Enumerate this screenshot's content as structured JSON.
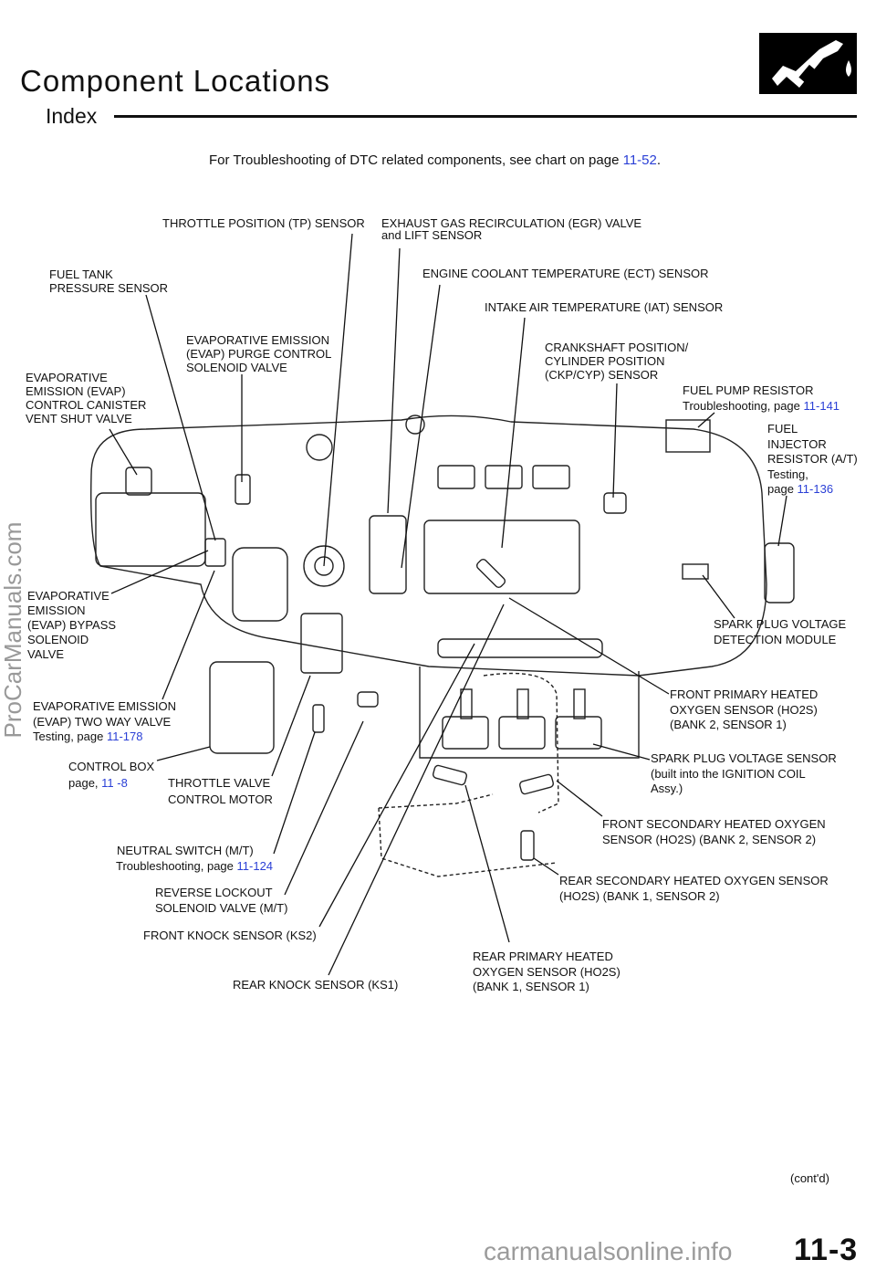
{
  "header": {
    "title": "Component Locations",
    "subtitle": "Index",
    "icon": "fuel-nozzle-icon"
  },
  "intro": {
    "text": "For Troubleshooting of DTC related components, see chart on page ",
    "link": "11-52",
    "suffix": "."
  },
  "labels": {
    "tp": "THROTTLE  POSITION  (TP)  SENSOR",
    "egr": [
      "EXHAUST GAS RECIRCULATION (EGR) VALVE",
      "and  LIFT SENSOR"
    ],
    "ftp": [
      "FUEL  TANK",
      "PRESSURE  SENSOR"
    ],
    "ect": "ENGINE  COOLANT TEMPERATURE  (ECT)  SENSOR",
    "iat": "INTAKE AIR TEMPERATURE  (IAT) SENSOR",
    "purge": [
      "EVAPORATIVE  EMISSION",
      "(EVAP) PURGE CONTROL",
      "SOLENOID  VALVE"
    ],
    "ckp": [
      "CRANKSHAFT  POSITION/",
      "CYLINDER  POSITION",
      "(CKP/CYP) SENSOR"
    ],
    "vent": [
      "EVAPORATIVE",
      "EMISSION   (EVAP)",
      "CONTROL   CANISTER",
      "VENT  SHUT  VALVE"
    ],
    "fpr": {
      "name": "FUEL  PUMP RESISTOR",
      "ref": "Troubleshooting,   page ",
      "page": "11-141"
    },
    "fir": {
      "lines": [
        "FUEL",
        "INJECTOR",
        "RESISTOR  (A/T)",
        "Testing,"
      ],
      "ref": "page ",
      "page": "11-136"
    },
    "bypass": [
      "EVAPORATIVE",
      "EMISSION",
      "(EVAP) BYPASS",
      "SOLENOID",
      "VALVE"
    ],
    "spvdm": [
      "SPARK PLUG VOLTAGE",
      "DETECTION  MODULE"
    ],
    "twoway": {
      "lines": [
        "EVAPORATIVE EMISSION",
        "(EVAP)  TWO WAY VALVE"
      ],
      "ref": "Testing,  page ",
      "page": "11-178"
    },
    "fpho2s": [
      "FRONT PRIMARY HEATED",
      "OXYGEN SENSOR  (HO2S)",
      "(BANK 2,  SENSOR  1)"
    ],
    "cbox": {
      "name": "CONTROL  BOX",
      "ref": "page, ",
      "page": "11 -8"
    },
    "spvs": [
      "SPARK PLUG VOLTAGE SENSOR",
      "(built  into the  IGNITION COIL",
      "Assy.)"
    ],
    "tvcm": [
      "THROTTLE VALVE",
      "CONTROL  MOTOR"
    ],
    "fsho2s": [
      "FRONT SECONDARY HEATED OXYGEN",
      "SENSOR  (HO2S)  (BANK 2, SENSOR 2)"
    ],
    "neutral": {
      "name": "NEUTRAL  SWITCH  (M/T)",
      "ref": "Troubleshooting,   page  ",
      "page": "11-124"
    },
    "rsho2s": [
      "REAR SECONDARY HEATED OXYGEN SENSOR",
      "(HO2S) (BANK 1, SENSOR 2)"
    ],
    "rlock": [
      "REVERSE LOCKOUT",
      "SOLENOID  VALVE  (M/T)"
    ],
    "fks": "FRONT KNOCK SENSOR (KS2)",
    "rpho2s": [
      "REAR  PRIMARY HEATED",
      "OXYGEN SENSOR (HO2S)",
      "(BANK 1, SENSOR  1)"
    ],
    "rks": "REAR KNOCK SENSOR (KS1)"
  },
  "footer": {
    "contd": "(cont'd)",
    "page_number": "11-3"
  },
  "watermarks": {
    "left": "ProCarManuals.com",
    "bottom": "carmanualsonline.info"
  },
  "colors": {
    "link": "#2a3fd6",
    "text": "#111111"
  }
}
